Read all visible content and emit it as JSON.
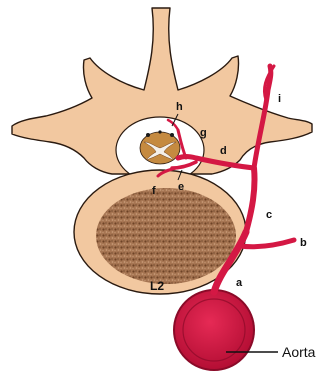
{
  "labels": {
    "a": "a",
    "b": "b",
    "c": "c",
    "d": "d",
    "e": "e",
    "f": "f",
    "g": "g",
    "h": "h",
    "i": "i",
    "vertebra": "L2",
    "aorta": "Aorta"
  },
  "colors": {
    "bone": "#f2c8a0",
    "bone_outline": "#2a1a10",
    "body_texture": "#a07050",
    "artery": "#d41844",
    "artery_dark": "#8a0a28",
    "cord_gray": "#f4f0ea",
    "cord_white": "#c58a40"
  }
}
